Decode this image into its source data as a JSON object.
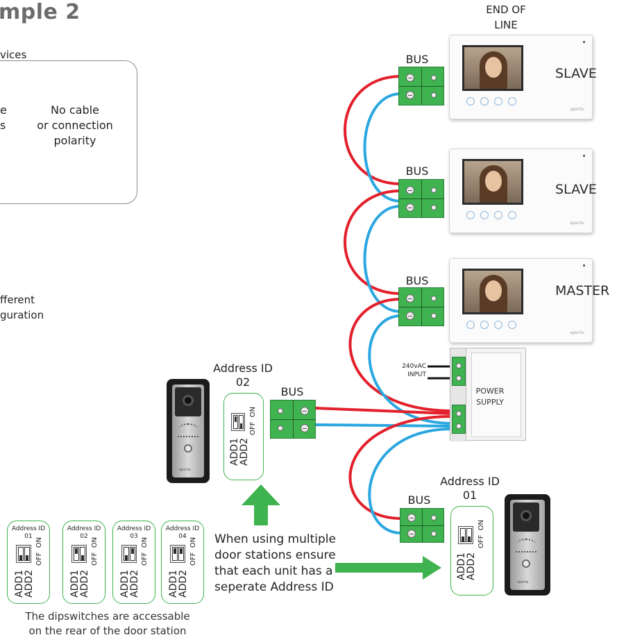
{
  "header": {
    "title": "mple 2",
    "subtitle_fragment": "vices"
  },
  "legend": {
    "left_fragment_1": "e",
    "left_fragment_2": "s",
    "text_lines": [
      "No cable",
      "or connection",
      "polarity"
    ]
  },
  "side_note": {
    "lines": [
      "fferent",
      "guration"
    ]
  },
  "colors": {
    "red_wire": "#e3202b",
    "blue_wire": "#2aa7e0",
    "green": "#3fb34f"
  },
  "end_of_line": {
    "lines": [
      "END OF",
      "LINE"
    ]
  },
  "monitors": [
    {
      "role": "SLAVE",
      "bus_label": "BUS",
      "brand": "aperta"
    },
    {
      "role": "SLAVE",
      "bus_label": "BUS",
      "brand": "aperta"
    },
    {
      "role": "MASTER",
      "bus_label": "BUS",
      "brand": "aperta"
    }
  ],
  "power_supply": {
    "label_lines": [
      "POWER",
      "SUPPLY"
    ],
    "input_lines": [
      "240vAC",
      "INPUT"
    ]
  },
  "door_station_upper": {
    "address_lines": [
      "Address ID",
      "02"
    ],
    "bus_label": "BUS",
    "switch_on": "ON",
    "switch_off": "OFF",
    "switch_labels": [
      "ADD1",
      "ADD2"
    ],
    "brand": "aperta"
  },
  "door_station_lower": {
    "address_lines": [
      "Address ID",
      "01"
    ],
    "bus_label": "BUS",
    "switch_on": "ON",
    "switch_off": "OFF",
    "switch_labels": [
      "ADD1",
      "ADD2"
    ],
    "brand": "aperta"
  },
  "dipswitch_cards": [
    {
      "title": "Address ID",
      "id": "01",
      "on": "ON",
      "off": "OFF",
      "add1": "ADD1",
      "add2": "ADD2"
    },
    {
      "title": "Address ID",
      "id": "02",
      "on": "ON",
      "off": "OFF",
      "add1": "ADD1",
      "add2": "ADD2"
    },
    {
      "title": "Address ID",
      "id": "03",
      "on": "ON",
      "off": "OFF",
      "add1": "ADD1",
      "add2": "ADD2"
    },
    {
      "title": "Address ID",
      "id": "04",
      "on": "ON",
      "off": "OFF",
      "add1": "ADD1",
      "add2": "ADD2"
    }
  ],
  "instruction": {
    "lines": [
      "When using multiple",
      "door stations ensure",
      "that each unit has a",
      "seperate Address ID"
    ]
  },
  "dipswitch_note": {
    "lines": [
      "The dipswitches are accessable",
      "on the rear of the door station"
    ]
  }
}
